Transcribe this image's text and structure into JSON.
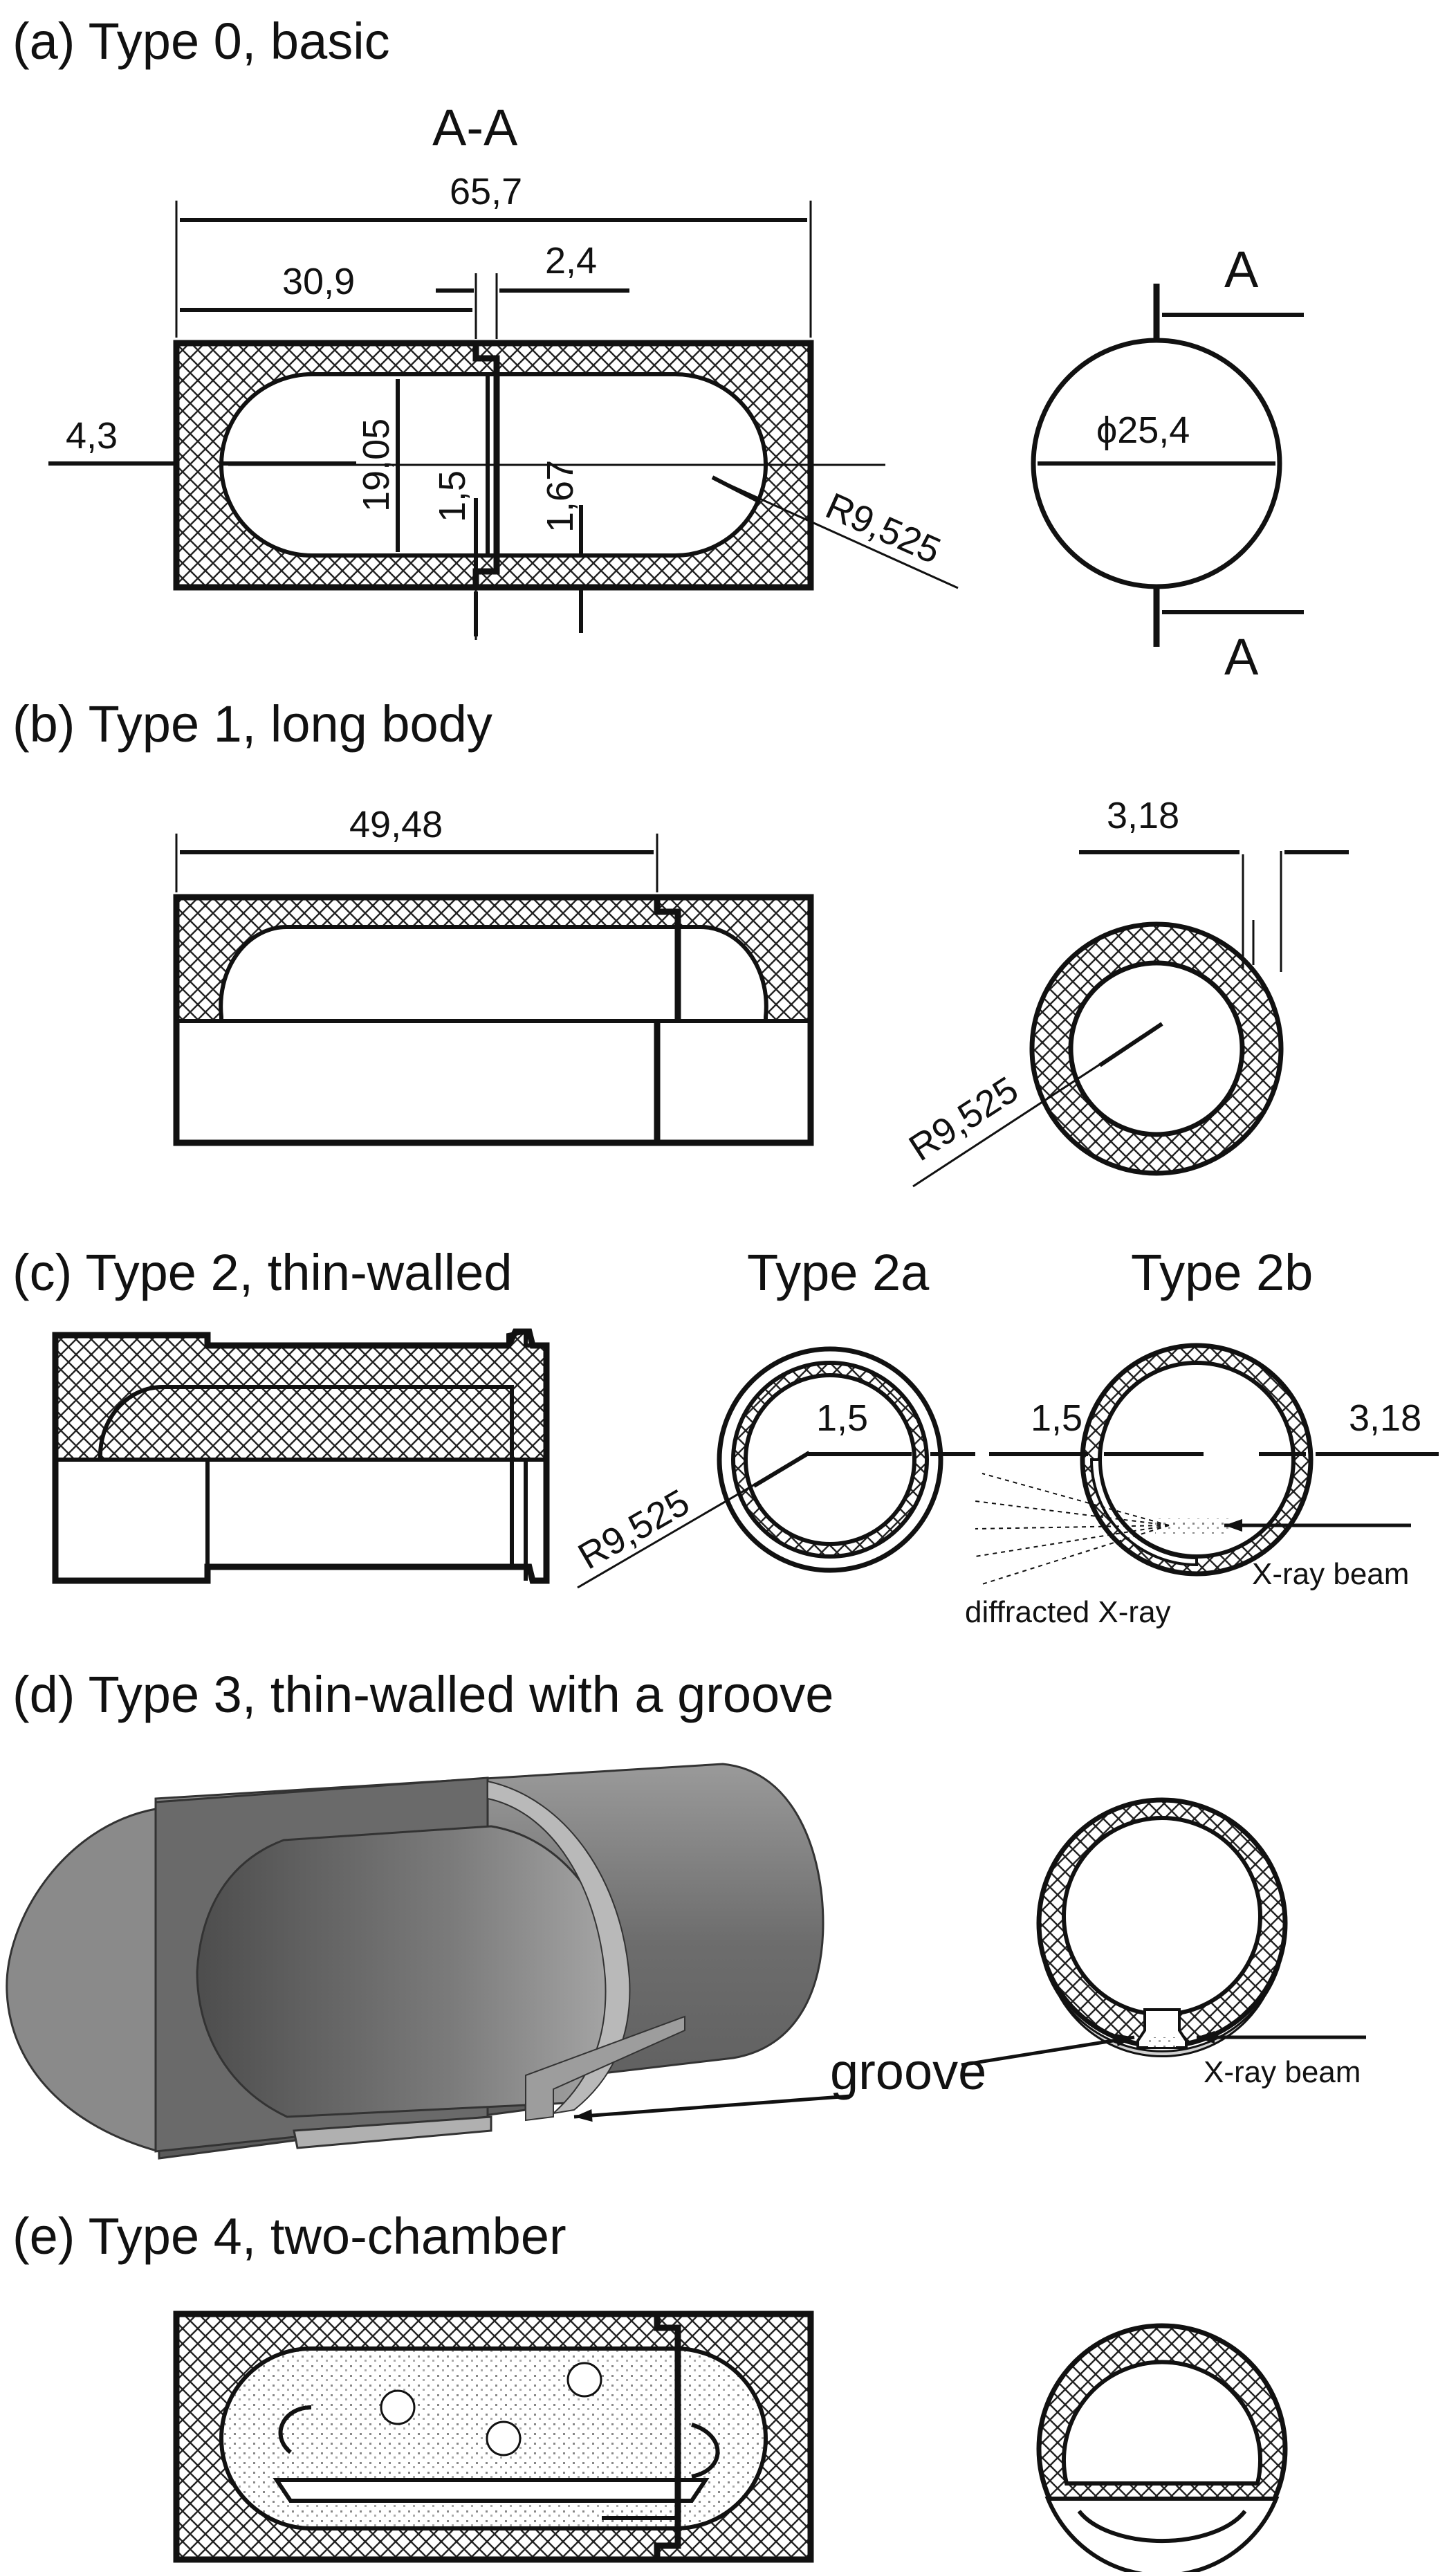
{
  "panels": {
    "a": {
      "heading": "(a)  Type 0, basic",
      "section": "A-A",
      "dims": {
        "overall": "65,7",
        "left": "30,9",
        "step": "2,4",
        "wall": "4,3",
        "height": "19,05",
        "d1": "1,5",
        "d2": "1,67",
        "radius": "R9,525",
        "diameter": "ϕ25,4"
      },
      "cut_top": "A",
      "cut_bottom": "A"
    },
    "b": {
      "heading": "(b)  Type 1, long body",
      "dims": {
        "length": "49,48",
        "wall": "3,18",
        "radius": "R9,525"
      }
    },
    "c": {
      "heading": "(c)  Type 2, thin-walled",
      "sub_a": "Type 2a",
      "sub_b": "Type 2b",
      "dims": {
        "wall_a": "1,5",
        "radius": "R9,525",
        "wall_b": "1,5",
        "wall_b2": "3,18"
      },
      "label_diffracted": "diffracted X-ray",
      "label_beam": "X-ray beam"
    },
    "d": {
      "heading": "(d)  Type 3, thin-walled with a groove",
      "label_groove": "groove",
      "label_beam": "X-ray beam"
    },
    "e": {
      "heading": "(e)  Type 4, two-chamber"
    }
  },
  "colors": {
    "line": "#111111",
    "hatch": "#222222",
    "solid_dark": "#5a5a5a",
    "solid_mid": "#8c8c8c",
    "solid_light": "#b5b5b5"
  }
}
